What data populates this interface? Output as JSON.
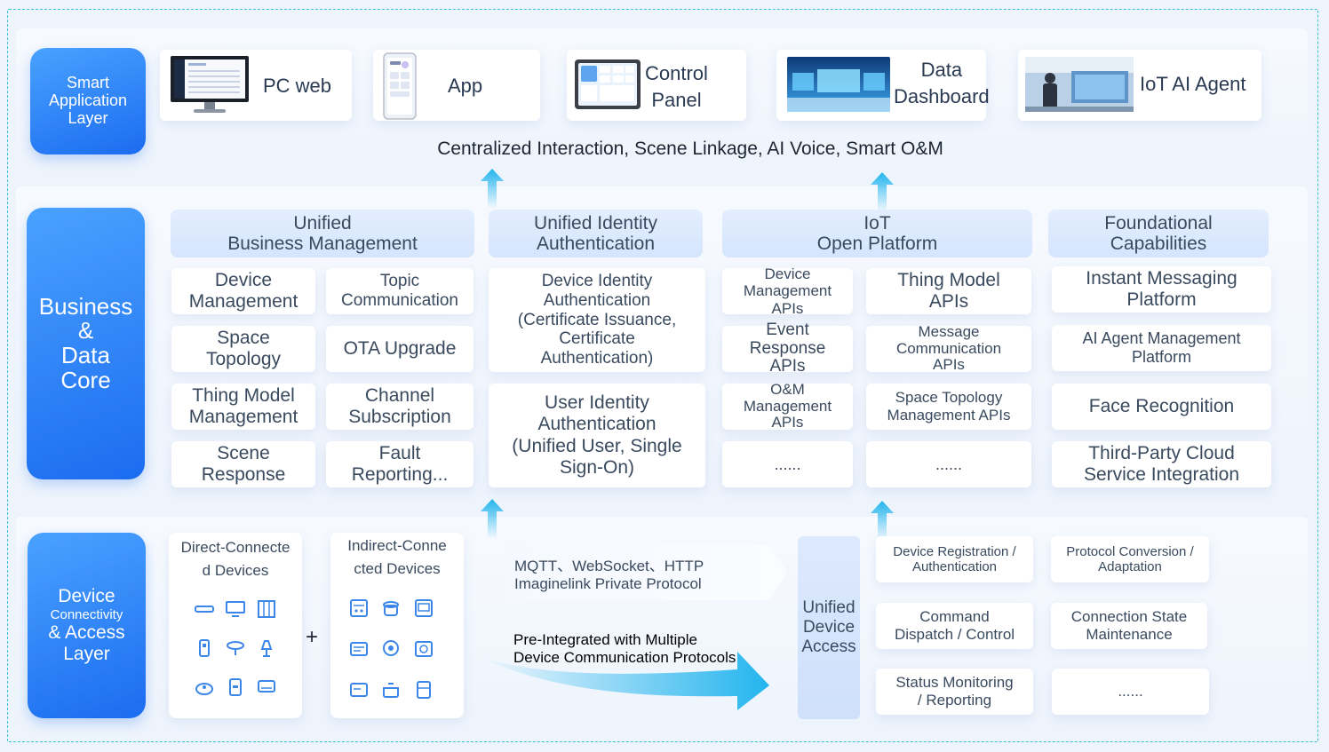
{
  "layers": {
    "application": "Smart\nApplication\nLayer",
    "business_word1": "Business",
    "business_amp": "&",
    "business_word2": "Data",
    "business_word3": "Core",
    "device_word1": "Device",
    "device_word2": "Connectivity",
    "device_word3": "& Access",
    "device_word4": "Layer"
  },
  "apps": [
    {
      "label": "PC web",
      "icon": "monitor-icon"
    },
    {
      "label": "App",
      "icon": "phone-icon"
    },
    {
      "label": "Control\nPanel",
      "icon": "tablet-icon"
    },
    {
      "label": "Data\nDashboard",
      "icon": "dashboard-screen-icon"
    },
    {
      "label": "IoT AI Agent",
      "icon": "ai-agent-photo-icon"
    }
  ],
  "app_caption": "Centralized Interaction, Scene Linkage, AI Voice, Smart O&M",
  "business": {
    "headers": [
      "Unified\nBusiness Management",
      "Unified Identity\nAuthentication",
      "IoT\nOpen Platform",
      "Foundational\nCapabilities"
    ],
    "biz_cards": [
      "Device\nManagement",
      "Topic\nCommunication",
      "Space\nTopology",
      "OTA Upgrade",
      "Thing Model\nManagement",
      "Channel\nSubscription",
      "Scene\nResponse",
      "Fault\nReporting..."
    ],
    "identity_cards": [
      "Device Identity\nAuthentication\n(Certificate Issuance,\nCertificate\nAuthentication)",
      "User Identity\nAuthentication\n(Unified User, Single\nSign-On)"
    ],
    "open_cards": [
      "Device\nManagement\nAPIs",
      "Thing Model\nAPIs",
      "Event\nResponse\nAPIs",
      "Message\nCommunication\nAPIs",
      "O&M\nManagement\nAPIs",
      "Space Topology\nManagement APIs",
      "......",
      "......"
    ],
    "foundation_cards": [
      "Instant Messaging\nPlatform",
      "AI Agent Management\nPlatform",
      "Face Recognition",
      "Third-Party Cloud\nService Integration"
    ]
  },
  "devices": {
    "direct_title": "Direct-Connecte\nd Devices",
    "indirect_title": "Indirect-Conne\ncted Devices",
    "plus": "+",
    "direct_icons": [
      "light-strip-icon",
      "monitor-icon",
      "curtain-icon",
      "switch-panel-icon",
      "camera-icon",
      "lamp-icon",
      "robot-vacuum-icon",
      "door-lock-icon",
      "air-conditioner-icon"
    ],
    "indirect_icons": [
      "gateway-icon",
      "rice-cooker-icon",
      "oven-icon",
      "router-icon",
      "sensor-icon",
      "thermostat-icon",
      "washer-icon",
      "cooking-pot-icon",
      "fridge-icon"
    ]
  },
  "protocols": {
    "line1": "MQTT、WebSocket、HTTP",
    "line2": "Imaginelink Private Protocol",
    "pre1": "Pre-Integrated with Multiple",
    "pre2": "Device Communication Protocols"
  },
  "access": {
    "title": "Unified\nDevice\nAccess",
    "cards": [
      "Device Registration /\nAuthentication",
      "Protocol Conversion /\nAdaptation",
      "Command\nDispatch / Control",
      "Connection State\nMaintenance",
      "Status Monitoring\n/ Reporting",
      "......"
    ]
  },
  "colors": {
    "accent": "#1b6cf0",
    "accent_light": "#4aa2ff",
    "frame_dash": "#38c0d6",
    "arrow": "#22b5ee"
  }
}
